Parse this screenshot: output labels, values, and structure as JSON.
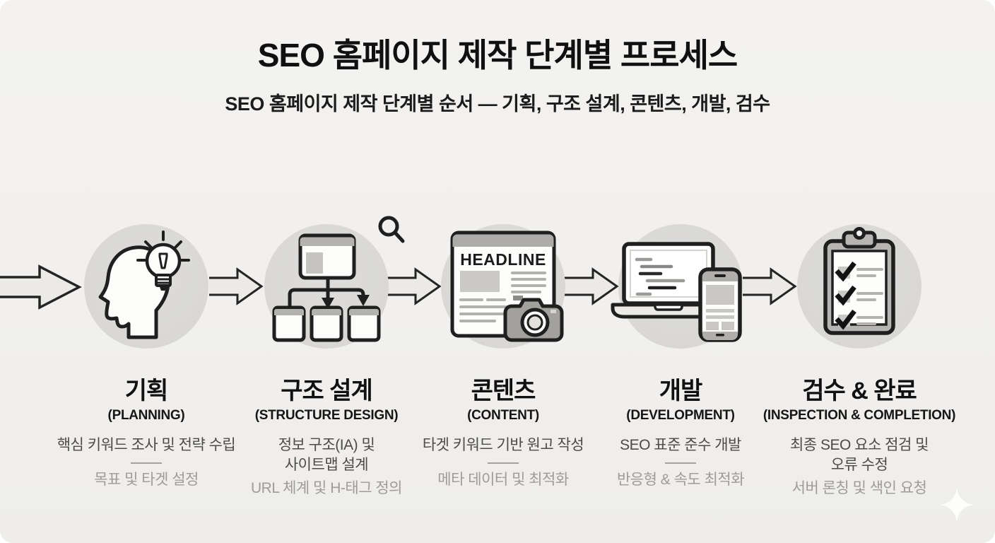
{
  "header": {
    "title": "SEO 홈페이지 제작 단계별 프로세스",
    "subtitle": "SEO 홈페이지 제작 단계별 순서 — 기획, 구조 설계, 콘텐츠, 개발, 검수"
  },
  "steps": [
    {
      "title": "기획",
      "subtitle_en": "(PLANNING)",
      "desc1": "핵심 키워드 조사 및 전략 수립",
      "desc2": "목표 및 타겟 설정",
      "icon": "idea-head-icon"
    },
    {
      "title": "구조 설계",
      "subtitle_en": "(STRUCTURE DESIGN)",
      "desc1": "정보 구조(IA) 및\n사이트맵 설계",
      "desc2": "URL 체계 및 H-태그 정의",
      "icon": "sitemap-icon"
    },
    {
      "title": "콘텐츠",
      "subtitle_en": "(CONTENT)",
      "desc1": "타겟 키워드 기반 원고 작성",
      "desc2": "메타 데이터 및 최적화",
      "icon": "article-camera-icon"
    },
    {
      "title": "개발",
      "subtitle_en": "(DEVELOPMENT)",
      "desc1": "SEO 표준 준수 개발",
      "desc2": "반응형 & 속도 최적화",
      "icon": "devices-icon"
    },
    {
      "title": "검수 & 완료",
      "subtitle_en": "(INSPECTION & COMPLETION)",
      "desc1": "최종 SEO 요소 점검 및\n오류 수정",
      "desc2": "서버 론칭 및 색인 요청",
      "icon": "checklist-icon"
    }
  ],
  "icons": {
    "doc_headline_text": "HEADLINE"
  },
  "colors": {
    "background": "#f1f0ee",
    "circle": "#d9d8d5",
    "outline": "#1f1f1f",
    "gray_fill": "#b5b3b0",
    "muted_text": "#9d9c99",
    "primary_text": "#4c4b49",
    "arrow_fill": "#eceae7"
  }
}
